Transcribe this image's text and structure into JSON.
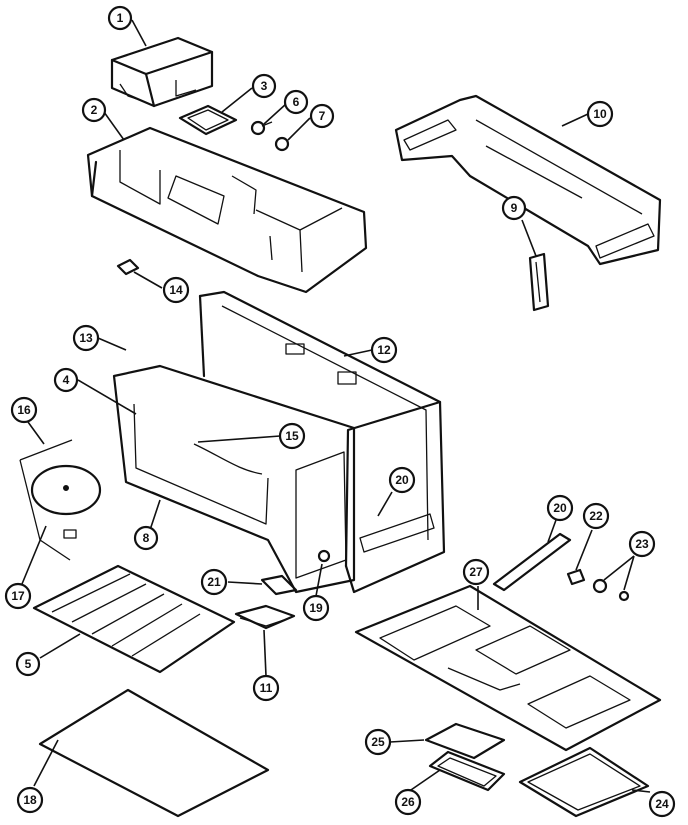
{
  "diagram": {
    "callouts": [
      {
        "id": "c1",
        "label": "1"
      },
      {
        "id": "c2",
        "label": "2"
      },
      {
        "id": "c3",
        "label": "3"
      },
      {
        "id": "c6",
        "label": "6"
      },
      {
        "id": "c7",
        "label": "7"
      },
      {
        "id": "c10",
        "label": "10"
      },
      {
        "id": "c9",
        "label": "9"
      },
      {
        "id": "c14",
        "label": "14"
      },
      {
        "id": "c13",
        "label": "13"
      },
      {
        "id": "c12",
        "label": "12"
      },
      {
        "id": "c4",
        "label": "4"
      },
      {
        "id": "c16",
        "label": "16"
      },
      {
        "id": "c15",
        "label": "15"
      },
      {
        "id": "c20a",
        "label": "20"
      },
      {
        "id": "c8",
        "label": "8"
      },
      {
        "id": "c20b",
        "label": "20"
      },
      {
        "id": "c22",
        "label": "22"
      },
      {
        "id": "c23",
        "label": "23"
      },
      {
        "id": "c27",
        "label": "27"
      },
      {
        "id": "c21",
        "label": "21"
      },
      {
        "id": "c19",
        "label": "19"
      },
      {
        "id": "c17",
        "label": "17"
      },
      {
        "id": "c5",
        "label": "5"
      },
      {
        "id": "c11",
        "label": "11"
      },
      {
        "id": "c25",
        "label": "25"
      },
      {
        "id": "c18",
        "label": "18"
      },
      {
        "id": "c26",
        "label": "26"
      },
      {
        "id": "c24",
        "label": "24"
      }
    ]
  }
}
